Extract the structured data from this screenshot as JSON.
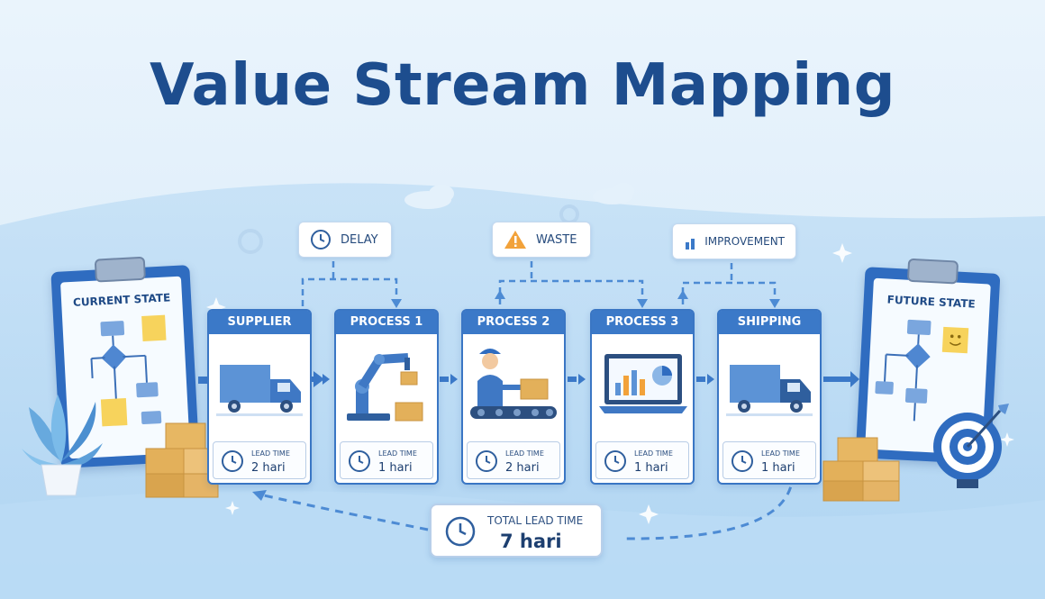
{
  "title": "Value Stream Mapping",
  "current_state_label": "CURRENT STATE",
  "future_state_label": "FUTURE STATE",
  "stations": [
    {
      "name": "SUPPLIER",
      "lead_time_label": "LEAD TIME",
      "lead_time": "2 hari"
    },
    {
      "name": "PROCESS 1",
      "lead_time_label": "LEAD TIME",
      "lead_time": "1 hari"
    },
    {
      "name": "PROCESS 2",
      "lead_time_label": "LEAD TIME",
      "lead_time": "2 hari"
    },
    {
      "name": "PROCESS 3",
      "lead_time_label": "LEAD TIME",
      "lead_time": "1 hari"
    },
    {
      "name": "SHIPPING",
      "lead_time_label": "LEAD TIME",
      "lead_time": "1 hari"
    }
  ],
  "callouts": {
    "delay": "DELAY",
    "waste": "WASTE",
    "improvement": "IMPROVEMENT"
  },
  "total": {
    "label": "TOTAL LEAD TIME",
    "value": "7 hari"
  },
  "colors": {
    "primary": "#3b79c8",
    "title": "#1d4d8e",
    "warning": "#f2a23a",
    "box": "#e3b565"
  }
}
